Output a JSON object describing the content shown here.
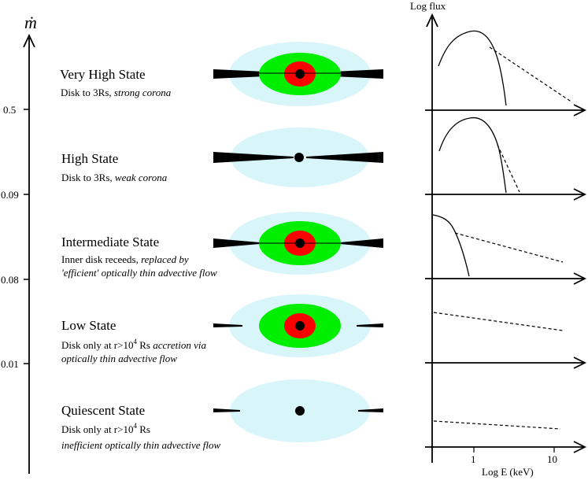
{
  "mdot_axis": {
    "symbol": "ṁ",
    "ticks": [
      "0.5",
      "0.09",
      "0.08",
      "0.01"
    ]
  },
  "states": [
    {
      "title": "Very High State",
      "line1_plain": "Disk to 3Rs, ",
      "line1_italic": "strong corona",
      "line2_italic": ""
    },
    {
      "title": "High State",
      "line1_plain": "Disk to 3Rs, ",
      "line1_italic": "weak corona",
      "line2_italic": ""
    },
    {
      "title": "Intermediate State",
      "line1_plain": "Inner disk receeds, ",
      "line1_italic": "replaced by",
      "line2_italic": "'efficient' optically thin advective flow"
    },
    {
      "title": "Low State",
      "line1_plain": "Disk only at r>10",
      "line1_sup": "4",
      "line1_plain2": " Rs  ",
      "line1_italic": "accretion via",
      "line2_italic": "optically thin advective flow"
    },
    {
      "title": "Quiescent State",
      "line1_plain": "Disk only at r>10",
      "line1_sup": "4",
      "line1_plain2": " Rs",
      "line1_italic": "",
      "line2_italic": "inefficient optically thin advective flow"
    }
  ],
  "spectrum_axes": {
    "ylabel": "Log flux",
    "xlabel": "Log E (keV)",
    "xticks": [
      "1",
      "10"
    ]
  },
  "colors": {
    "corona": "#d8f6fa",
    "disk_outer": "#00ee00",
    "disk_inner": "#ff0000",
    "black_hole": "#000000"
  }
}
